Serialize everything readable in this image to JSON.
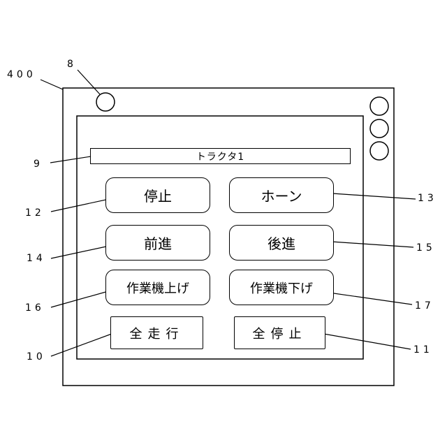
{
  "screen": {
    "title": "トラクタ1"
  },
  "buttons": {
    "stop": "停止",
    "horn": "ホーン",
    "forward": "前進",
    "reverse": "後進",
    "implement_up": "作業機上げ",
    "implement_down": "作業機下げ",
    "all_run": "全走行",
    "all_stop": "全停止"
  },
  "reference_numerals": {
    "device": "400",
    "indicator": "8",
    "title_field": "9",
    "stop_button": "12",
    "horn_button": "13",
    "forward_button": "14",
    "reverse_button": "15",
    "implement_up_button": "16",
    "implement_down_button": "17",
    "all_run_button": "10",
    "all_stop_button": "11"
  }
}
